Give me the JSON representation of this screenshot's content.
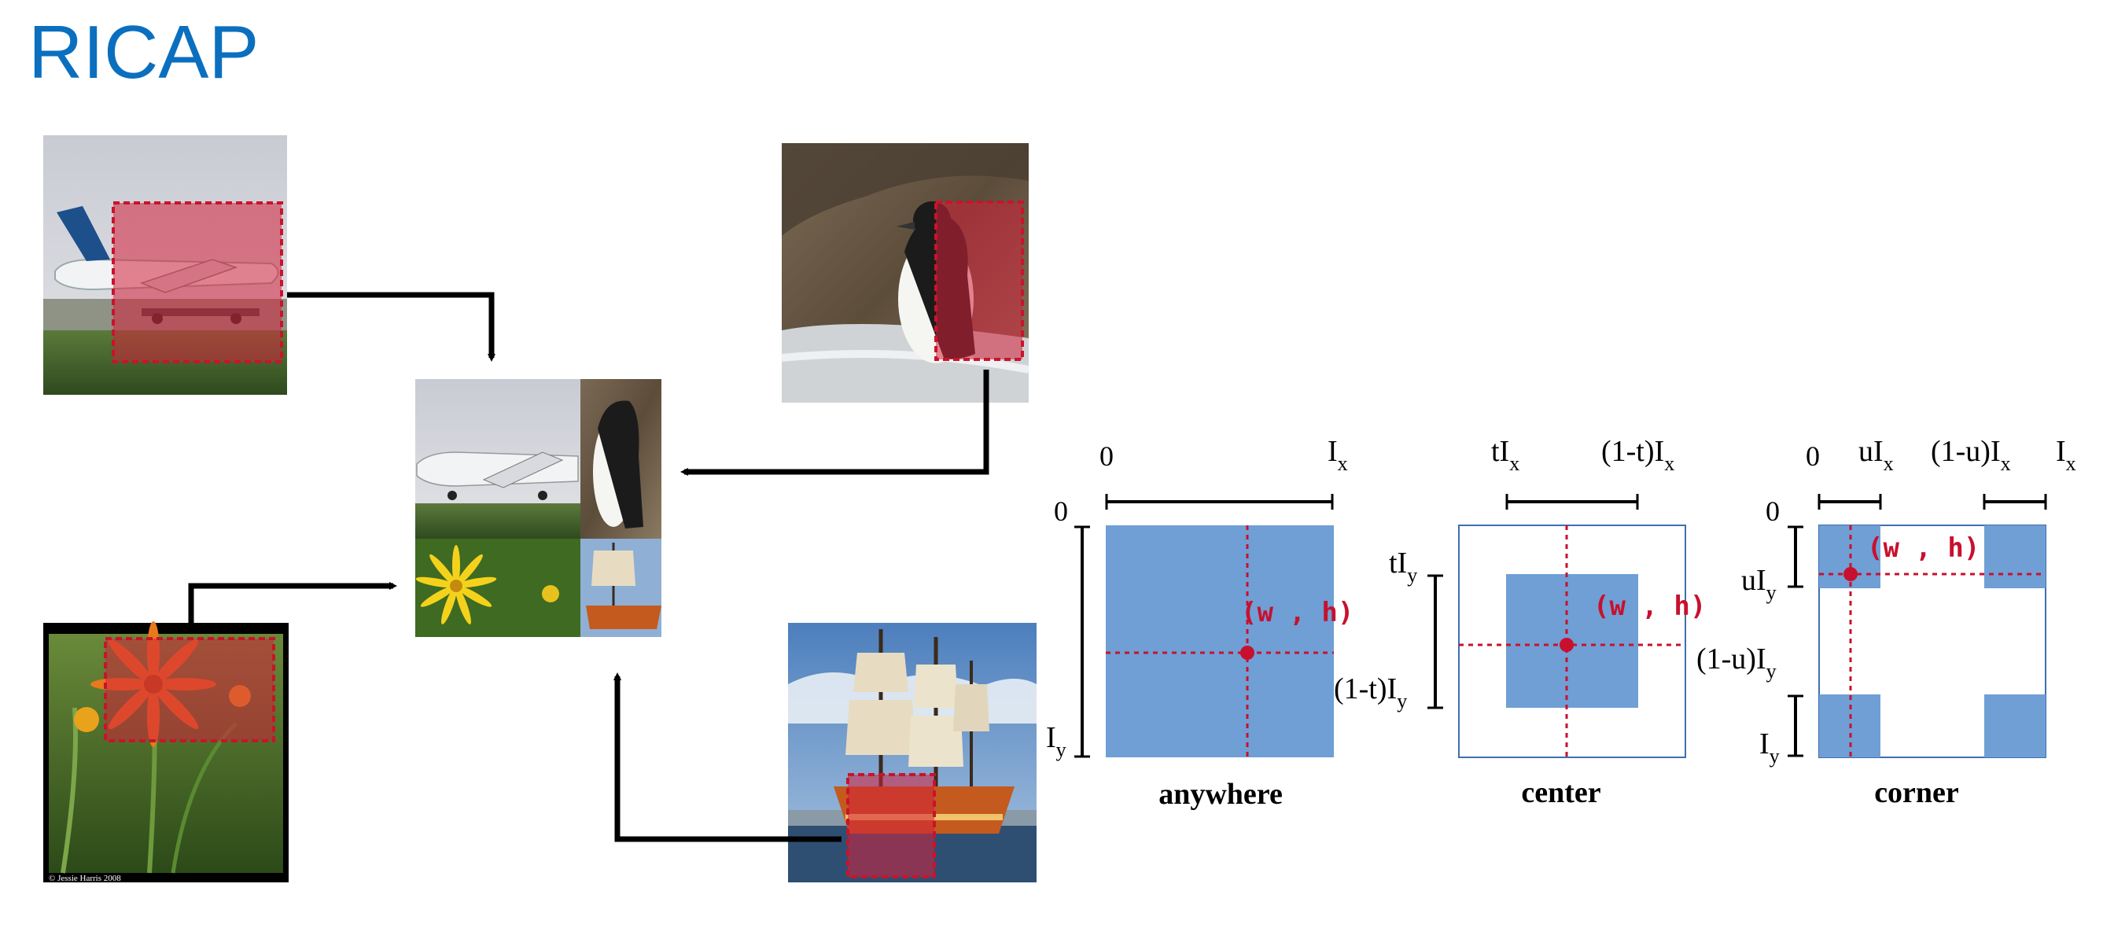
{
  "slide": {
    "title": "RICAP"
  },
  "photos": {
    "airplane": "airplane-photo",
    "penguin": "penguin-photo",
    "flower": "flower-photo",
    "ship": "ship-photo",
    "flower_copyright": "© Jessie Harris 2008"
  },
  "diagrams": {
    "anywhere": {
      "caption": "anywhere",
      "top_left_label": "0",
      "top_right_label": "Ix",
      "left_top_label": "0",
      "left_bottom_label": "Iy",
      "point_label": "(w , h)"
    },
    "center": {
      "caption": "center",
      "top_left_label": "tIx",
      "top_right_label": "(1-t)Ix",
      "left_top_label": "tIy",
      "left_bottom_label": "(1-t)Iy",
      "point_label": "(w , h)"
    },
    "corner": {
      "caption": "corner",
      "top_labels": [
        "0",
        "uIx",
        "(1-u)Ix",
        "Ix"
      ],
      "left_labels": [
        "0",
        "uIy",
        "(1-u)Iy",
        "Iy"
      ],
      "point_label": "(w , h)"
    }
  },
  "colors": {
    "title": "#0b6fbf",
    "region_fill": "#6f9fd4",
    "box_border": "#3f6faf",
    "crop_red": "#c8142a",
    "point_red": "#c8102e",
    "arrow": "#000000"
  }
}
